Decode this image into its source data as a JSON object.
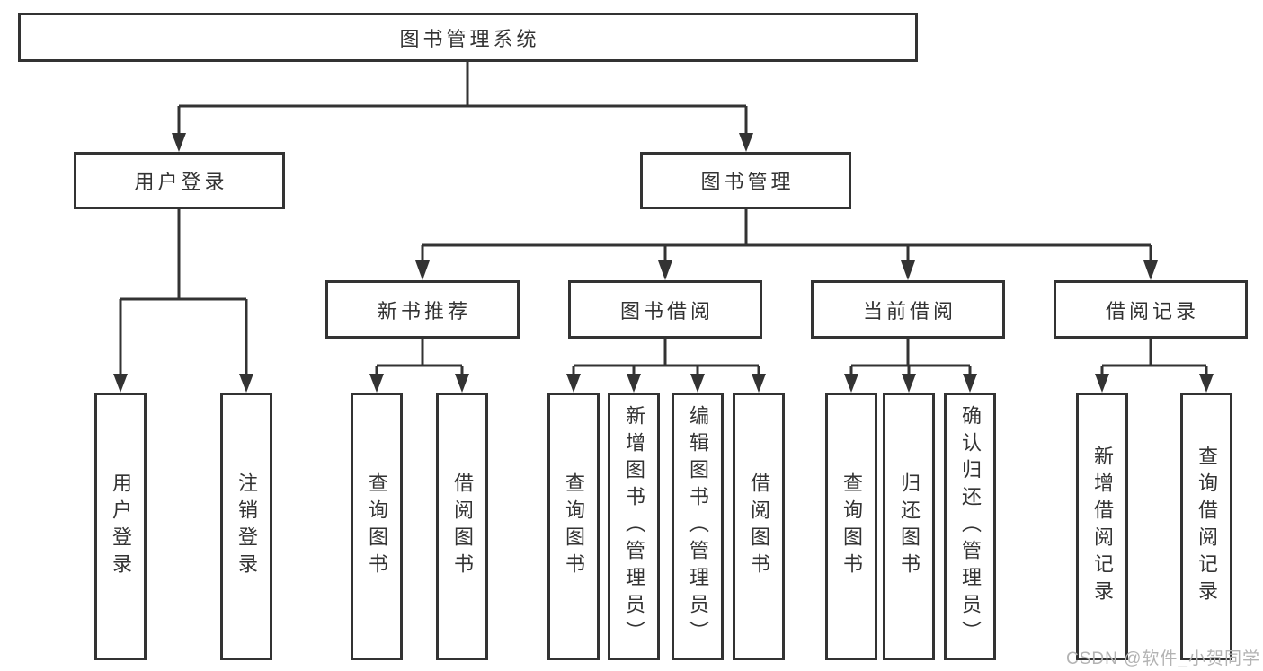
{
  "colors": {
    "line": "#333333",
    "text": "#333333",
    "background": "#ffffff",
    "watermark": "#b3b3b3"
  },
  "watermark": "CSDN @软件_小贺同学",
  "diagram": {
    "root": {
      "label": "图书管理系统",
      "children": [
        {
          "label": "用户登录",
          "children": [
            {
              "label": "用户登录"
            },
            {
              "label": "注销登录"
            }
          ]
        },
        {
          "label": "图书管理",
          "children": [
            {
              "label": "新书推荐",
              "children": [
                {
                  "label": "查询图书"
                },
                {
                  "label": "借阅图书"
                }
              ]
            },
            {
              "label": "图书借阅",
              "children": [
                {
                  "label": "查询图书"
                },
                {
                  "label": "新增图书（管理员）"
                },
                {
                  "label": "编辑图书（管理员）"
                },
                {
                  "label": "借阅图书"
                }
              ]
            },
            {
              "label": "当前借阅",
              "children": [
                {
                  "label": "查询图书"
                },
                {
                  "label": "归还图书"
                },
                {
                  "label": "确认归还（管理员）"
                }
              ]
            },
            {
              "label": "借阅记录",
              "children": [
                {
                  "label": "新增借阅记录"
                },
                {
                  "label": "查询借阅记录"
                }
              ]
            }
          ]
        }
      ]
    }
  }
}
